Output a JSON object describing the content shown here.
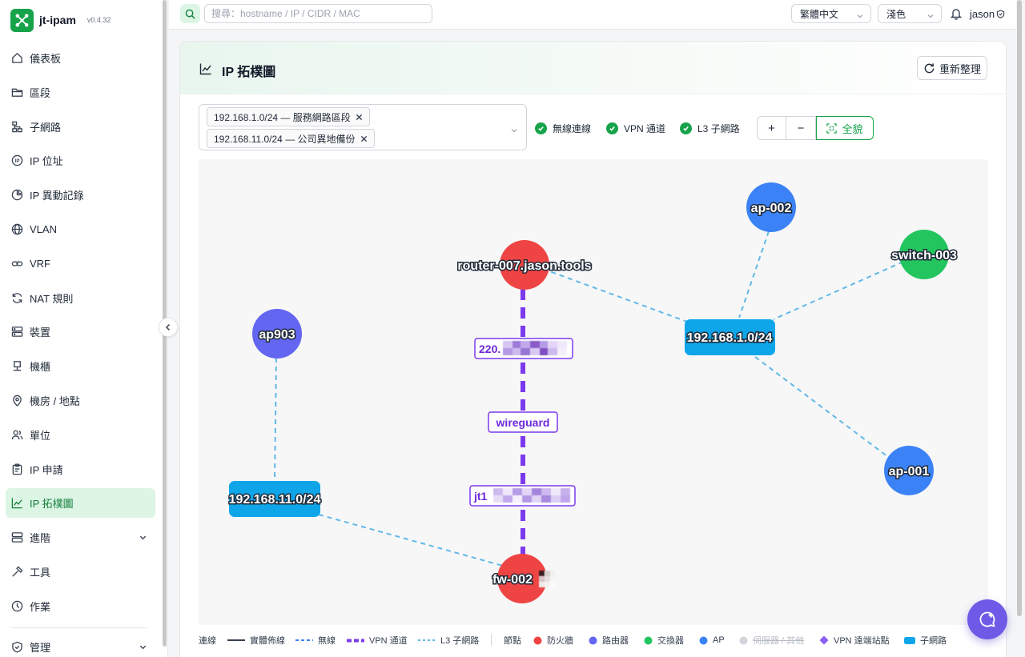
{
  "brand": {
    "name": "jt-ipam",
    "version": "v0.4.32"
  },
  "sidebar": {
    "items": [
      {
        "key": "dashboard",
        "label": "儀表板",
        "icon": "home-icon"
      },
      {
        "key": "sections",
        "label": "區段",
        "icon": "folder-icon"
      },
      {
        "key": "subnets",
        "label": "子網路",
        "icon": "network-icon"
      },
      {
        "key": "ip-address",
        "label": "IP 位址",
        "icon": "ip-icon"
      },
      {
        "key": "ip-history",
        "label": "IP 異動記錄",
        "icon": "history-icon"
      },
      {
        "key": "vlan",
        "label": "VLAN",
        "icon": "globe-icon"
      },
      {
        "key": "vrf",
        "label": "VRF",
        "icon": "link-icon"
      },
      {
        "key": "nat",
        "label": "NAT 規則",
        "icon": "refresh-arrows-icon"
      },
      {
        "key": "devices",
        "label": "裝置",
        "icon": "server-icon"
      },
      {
        "key": "racks",
        "label": "機櫃",
        "icon": "rack-icon"
      },
      {
        "key": "locations",
        "label": "機房 / 地點",
        "icon": "map-pin-icon"
      },
      {
        "key": "units",
        "label": "單位",
        "icon": "users-icon"
      },
      {
        "key": "ip-requests",
        "label": "IP 申請",
        "icon": "clipboard-icon"
      },
      {
        "key": "ip-topology",
        "label": "IP 拓樸圖",
        "icon": "chart-line-icon",
        "active": true
      },
      {
        "key": "advanced",
        "label": "進階",
        "icon": "server-icon",
        "expandable": true
      },
      {
        "key": "tools",
        "label": "工具",
        "icon": "hammer-icon"
      },
      {
        "key": "jobs",
        "label": "作業",
        "icon": "clock-icon"
      }
    ],
    "bottom": {
      "label": "管理",
      "icon": "shield-icon",
      "expandable": true
    }
  },
  "header": {
    "search_placeholder": "搜尋：hostname / IP / CIDR / MAC",
    "language": "繁體中文",
    "theme": "淺色",
    "user": "jason"
  },
  "page": {
    "title": "IP 拓樸圖",
    "refresh_label": "重新整理",
    "selected_subnets": [
      "192.168.1.0/24 — 服務網路區段",
      "192.168.11.0/24 — 公司異地備份"
    ],
    "toggles": [
      {
        "label": "無線連線",
        "checked": true
      },
      {
        "label": "VPN 通道",
        "checked": true
      },
      {
        "label": "L3 子網路",
        "checked": true
      }
    ],
    "zoom": {
      "in": "+",
      "out": "−",
      "fit": "全貌"
    }
  },
  "topology": {
    "colors": {
      "firewall": "#ef4444",
      "router": "#6366f1",
      "switch": "#22c55e",
      "ap": "#3b82f6",
      "subnet": "#0ea5e9",
      "vpn": "#7c3aed",
      "wireless": "#60b8e6"
    },
    "nodes": [
      {
        "id": "ap-002",
        "label": "ap-002",
        "type": "ap"
      },
      {
        "id": "switch-003",
        "label": "switch-003",
        "type": "switch"
      },
      {
        "id": "router-007",
        "label": "router-007.jason.tools",
        "type": "firewall"
      },
      {
        "id": "ap903",
        "label": "ap903",
        "type": "router"
      },
      {
        "id": "subnet-1",
        "label": "192.168.1.0/24",
        "type": "subnet"
      },
      {
        "id": "subnet-11",
        "label": "192.168.11.0/24",
        "type": "subnet"
      },
      {
        "id": "ap-001",
        "label": "ap-001",
        "type": "ap"
      },
      {
        "id": "fw-002",
        "label": "fw-002",
        "type": "firewall"
      }
    ],
    "vpn_labels": [
      {
        "id": "vpn-peer-a",
        "label": "220.",
        "redacted": true
      },
      {
        "id": "vpn-proto",
        "label": "wireguard",
        "redacted": false
      },
      {
        "id": "vpn-peer-b",
        "label": "jt1",
        "redacted": true
      }
    ],
    "edges": [
      {
        "from": "router-007",
        "to": "subnet-1",
        "kind": "l3"
      },
      {
        "from": "ap-002",
        "to": "subnet-1",
        "kind": "l3"
      },
      {
        "from": "switch-003",
        "to": "subnet-1",
        "kind": "l3"
      },
      {
        "from": "subnet-1",
        "to": "ap-001",
        "kind": "l3"
      },
      {
        "from": "ap903",
        "to": "subnet-11",
        "kind": "l3"
      },
      {
        "from": "subnet-11",
        "to": "fw-002",
        "kind": "l3"
      },
      {
        "from": "router-007",
        "to": "fw-002",
        "kind": "vpn"
      }
    ]
  },
  "legend": {
    "links_title": "連線",
    "links": [
      {
        "label": "實體佈線",
        "style": "solid"
      },
      {
        "label": "無線",
        "style": "dashed"
      },
      {
        "label": "VPN 通道",
        "style": "vpn"
      },
      {
        "label": "L3 子網路",
        "style": "l3"
      }
    ],
    "nodes_title": "節點",
    "nodes": [
      {
        "label": "防火牆",
        "color": "#ef4444",
        "shape": "circle"
      },
      {
        "label": "路由器",
        "color": "#6366f1",
        "shape": "circle"
      },
      {
        "label": "交換器",
        "color": "#22c55e",
        "shape": "circle"
      },
      {
        "label": "AP",
        "color": "#3b82f6",
        "shape": "circle"
      },
      {
        "label": "伺服器 / 其他",
        "color": "#d1d5db",
        "shape": "circle",
        "disabled": true
      },
      {
        "label": "VPN 遠端站點",
        "color": "#8b5cf6",
        "shape": "diamond"
      },
      {
        "label": "子網路",
        "color": "#0ea5e9",
        "shape": "rect"
      }
    ]
  }
}
